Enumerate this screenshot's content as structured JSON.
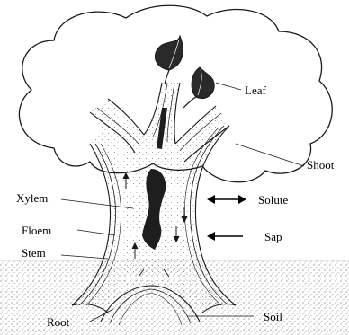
{
  "labels": {
    "leaf": "Leaf",
    "shoot": "Shoot",
    "xylem": "Xylem",
    "solute": "Solute",
    "floem": "Floem",
    "sap": "Sap",
    "stem": "Stem",
    "root": "Root",
    "soil": "Soil"
  },
  "colors": {
    "ink": "#1a1a1a",
    "paper": "#ffffff",
    "soil_dot": "#6b6b6b"
  },
  "arrows": {
    "solute": "double-headed",
    "sap": "left-pointing"
  }
}
